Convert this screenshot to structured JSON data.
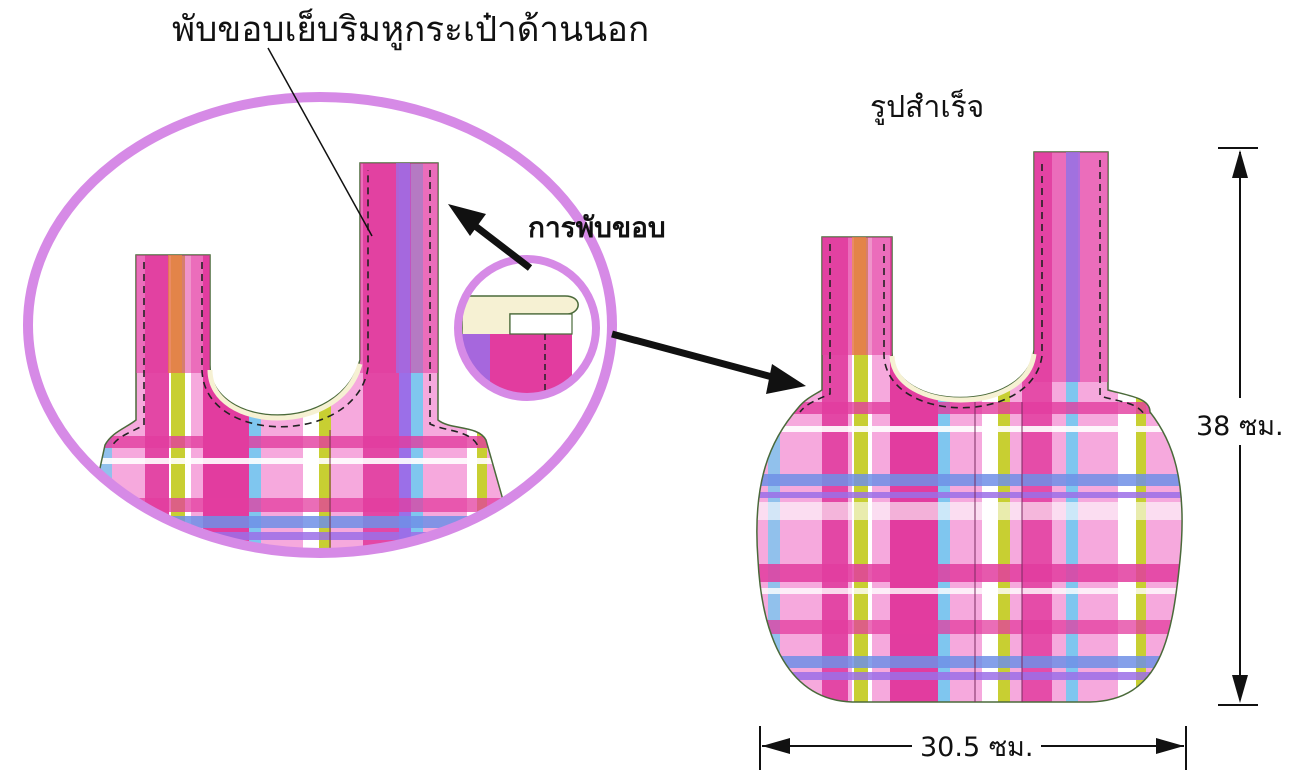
{
  "labels": {
    "fold_edge_callout": "พับขอบเย็บริมหูกระเป๋าด้านนอก",
    "fold_detail": "การพับขอบ",
    "finished": "รูปสำเร็จ",
    "height": "38 ซม.",
    "width": "30.5 ซม."
  },
  "colors": {
    "plaid_pink": "#f28ed3",
    "plaid_magenta": "#e23c9f",
    "plaid_light_pink": "#f9c4ea",
    "plaid_blue": "#6f8fe6",
    "plaid_purple": "#9b6fe8",
    "plaid_yellow": "#c8cf32",
    "plaid_cyan": "#7fc6ef",
    "plaid_orange": "#e8873a",
    "callout_ring": "#d68ae6",
    "arrow": "#111111"
  }
}
